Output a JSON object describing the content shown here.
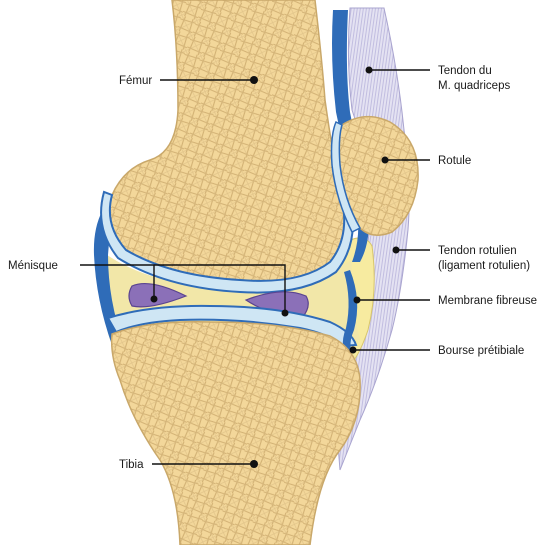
{
  "labels": {
    "femur": "Fémur",
    "tendon_line1": "Tendon du",
    "tendon_line2": "M. quadriceps",
    "rotule": "Rotule",
    "tendon_rot_line1": "Tendon rotulien",
    "tendon_rot_line2": "(ligament rotulien)",
    "menisque": "Ménisque",
    "membrane": "Membrane fibreuse",
    "bourse": "Bourse prétibiale",
    "tibia": "Tibia"
  },
  "colors": {
    "bone": "#f3d79a",
    "bone_edge": "#c9a86a",
    "cartilage": "#cfe6f4",
    "capsule": "#2f6cb8",
    "synovial": "#f2e7a8",
    "meniscus": "#8b70b8",
    "tendon": "#d9d7ee",
    "fat": "#f7eba0"
  }
}
